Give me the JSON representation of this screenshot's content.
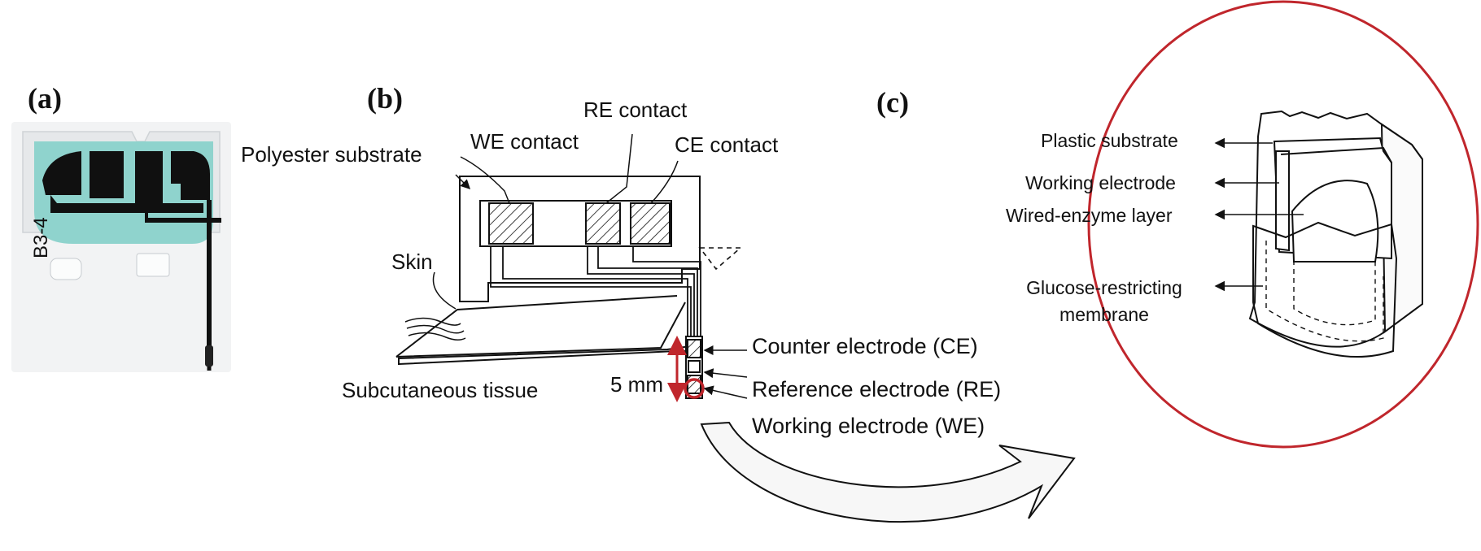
{
  "colors": {
    "sensor_trace": "#101010",
    "sensor_coating": "#8fd3cd",
    "highlight_red": "#c0262c",
    "line": "#111111"
  },
  "panels": {
    "a": {
      "letter": "(a)",
      "photo_label": "B3-4"
    },
    "b": {
      "letter": "(b)",
      "labels": {
        "polyester_substrate": "Polyester substrate",
        "we_contact": "WE contact",
        "re_contact": "RE contact",
        "ce_contact": "CE contact",
        "skin": "Skin",
        "subcutaneous_tissue": "Subcutaneous tissue",
        "scale": "5 mm",
        "counter_electrode": "Counter electrode (CE)",
        "reference_electrode": "Reference electrode (RE)",
        "working_electrode": "Working electrode (WE)"
      }
    },
    "c": {
      "letter": "(c)",
      "labels": {
        "plastic_substrate": "Plastic substrate",
        "working_electrode": "Working electrode",
        "wired_enzyme_layer": "Wired-enzyme layer",
        "membrane_line1": "Glucose-restricting",
        "membrane_line2": "membrane"
      }
    }
  }
}
